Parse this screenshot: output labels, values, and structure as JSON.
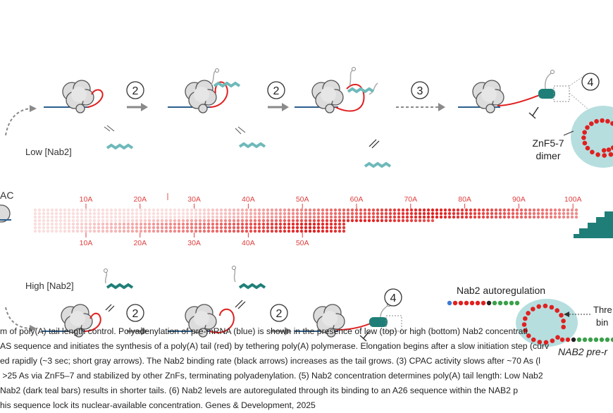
{
  "steps": {
    "top_step_a": "2",
    "top_step_b": "2",
    "top_step_c": "3",
    "top_step_d": "4",
    "bottom_step_a": "2",
    "bottom_step_b": "2",
    "bottom_step_c": "4"
  },
  "labels": {
    "low_nab2": "Low [Nab2]",
    "high_nab2": "High [Nab2]",
    "znf_line1": "ZnF5-7",
    "znf_line2": "dimer",
    "cpac_fragment": "AC",
    "nab2_autoregulation": "Nab2 autoregulation",
    "three_line1": "Thre",
    "three_line2": "bin",
    "nab2_pre": "NAB2 pre-r"
  },
  "scale": {
    "top_ticks": [
      "10A",
      "20A",
      "30A",
      "40A",
      "50A",
      "60A",
      "70A",
      "80A",
      "90A",
      "100A"
    ],
    "bottom_ticks": [
      "10A",
      "20A",
      "30A",
      "40A",
      "50A"
    ]
  },
  "caption": {
    "line1": "m of poly(A) tail length control. Polyadenylation of pre-mRNA (blue) is shown in the presence of low (top) or high (bottom) Nab2 concentrati",
    "line2": "AS sequence and initiates the synthesis of a poly(A) tail (red) by tethering poly(A) polymerase. Elongation begins after a slow initiation step (curv",
    "line3": "ed rapidly (~3 sec; short gray arrows). The Nab2 binding rate (black arrows) increases as the tail grows. (3) CPAC activity slows after ~70 As (l",
    "line4": " >25 As via ZnF5–7 and stabilized by other ZnFs, terminating polyadenylation. (5) Nab2 concentration determines poly(A) tail length: Low Nab2",
    "line5": "Nab2 (dark teal bars) results in shorter tails. (6) Nab2 levels are autoregulated through its binding to an A26 sequence within the NAB2 p",
    "line6": "his sequence lock its nuclear-available concentration. Genes & Development, 2025"
  },
  "colors": {
    "rna_blue": "#2b5f8e",
    "tail_red": "#e02020",
    "teal_dark": "#1f7f78",
    "teal_light": "#8ccfd0",
    "gray_arrow": "#8a8a8a"
  }
}
